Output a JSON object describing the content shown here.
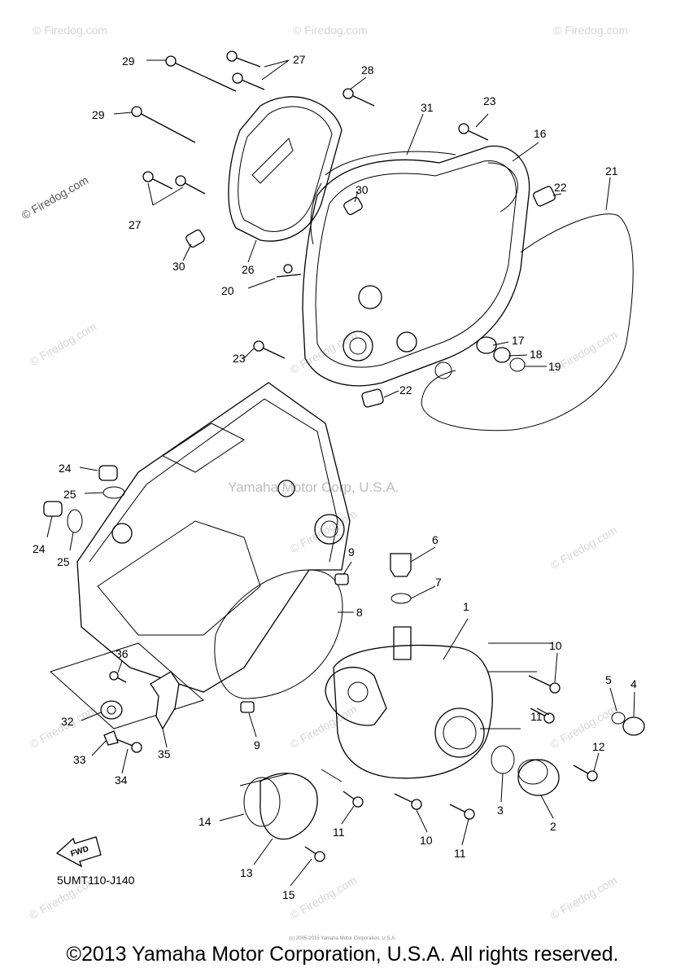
{
  "watermark": "© Firedog.com",
  "center_watermark": "Yamaha Motor Corp, U.S.A.",
  "diagram_code": "5UMT110-J140",
  "fwd_label": "FWD",
  "copyright": "©2013 Yamaha Motor Corporation, U.S.A. All rights reserved.",
  "tiny_notice": "(c) 2005-2015 Yamaha Motor Corporation, U.S.A.",
  "callouts": {
    "c1": "1",
    "c2": "2",
    "c3": "3",
    "c4": "4",
    "c5": "5",
    "c6": "6",
    "c7": "7",
    "c8": "8",
    "c9a": "9",
    "c9b": "9",
    "c10a": "10",
    "c10b": "10",
    "c11a": "11",
    "c11b": "11",
    "c11c": "11",
    "c12": "12",
    "c13": "13",
    "c14": "14",
    "c15": "15",
    "c16": "16",
    "c17": "17",
    "c18": "18",
    "c19": "19",
    "c20": "20",
    "c21": "21",
    "c22a": "22",
    "c22b": "22",
    "c23a": "23",
    "c23b": "23",
    "c24a": "24",
    "c24b": "24",
    "c25a": "25",
    "c25b": "25",
    "c26": "26",
    "c27a": "27",
    "c27b": "27",
    "c28": "28",
    "c29a": "29",
    "c29b": "29",
    "c30a": "30",
    "c30b": "30",
    "c31": "31",
    "c32": "32",
    "c33": "33",
    "c34": "34",
    "c35": "35",
    "c36": "36"
  }
}
